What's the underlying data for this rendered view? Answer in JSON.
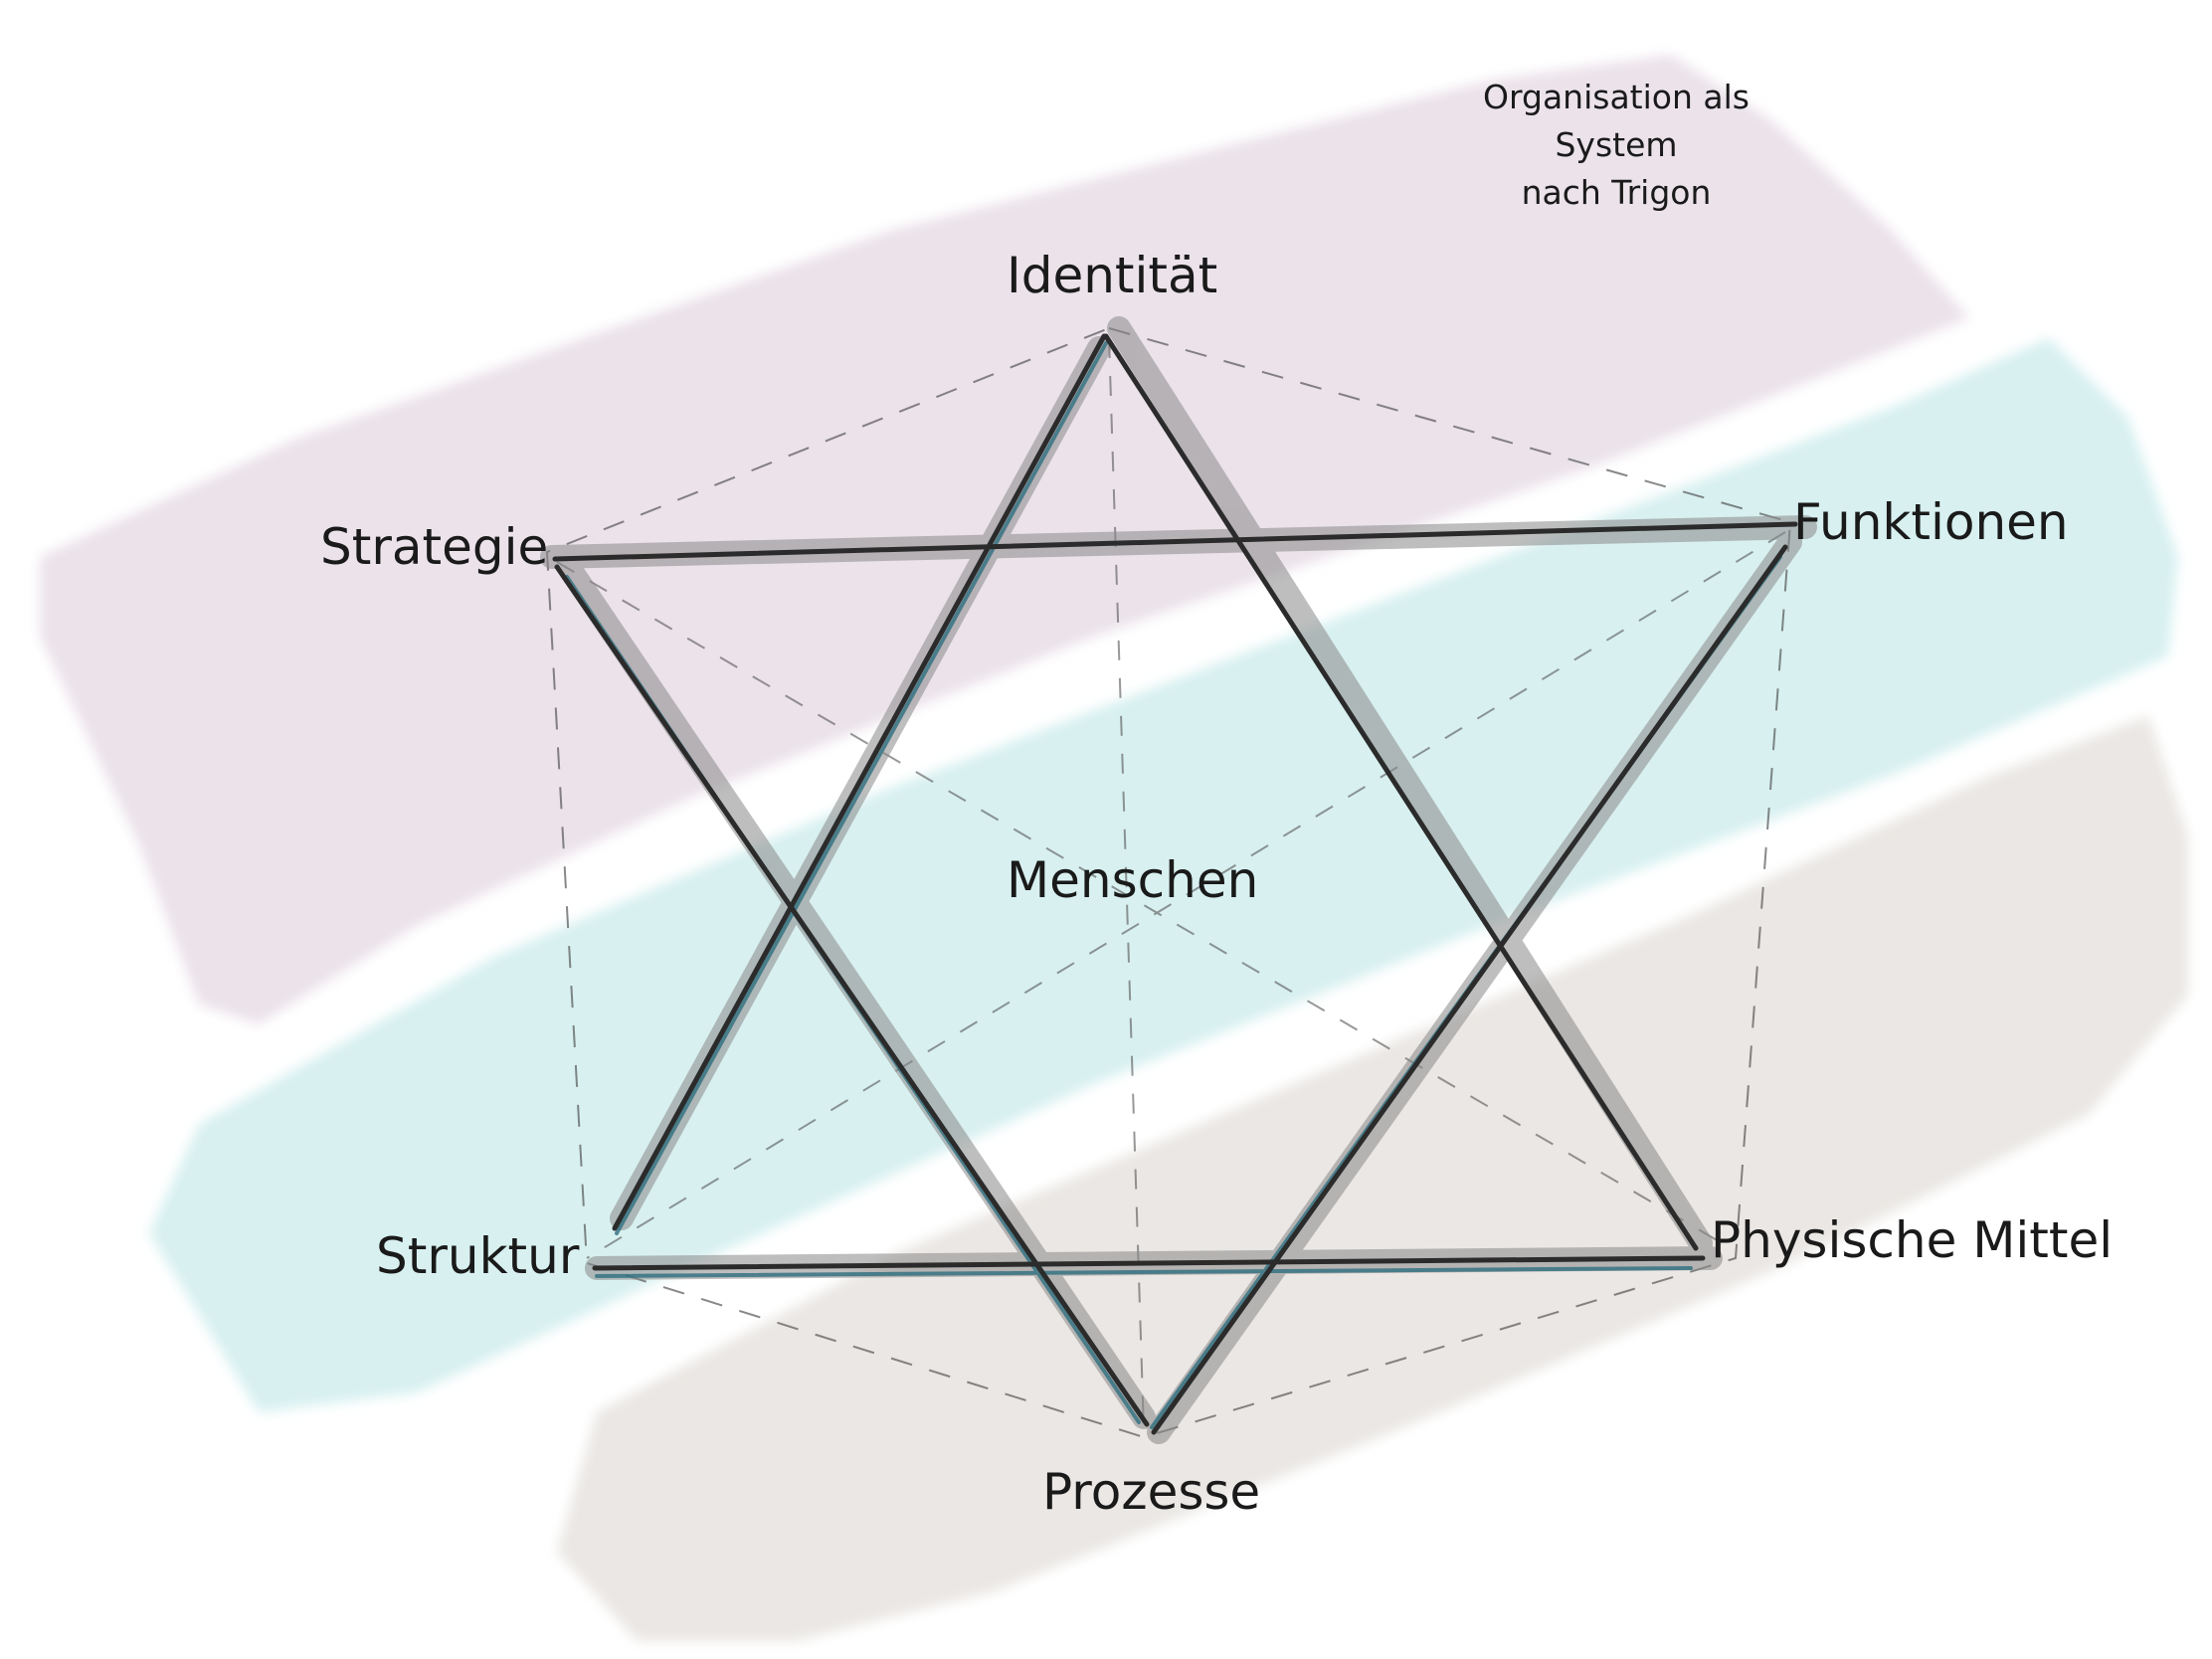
{
  "title": {
    "line1": "Organisation als System",
    "line2": "nach Trigon"
  },
  "nodes": {
    "identitaet": "Identität",
    "funktionen": "Funktionen",
    "strategie": "Strategie",
    "struktur": "Struktur",
    "physische_mittel": "Physische Mittel",
    "prozesse": "Prozesse"
  },
  "center": "Menschen",
  "colors": {
    "band_top": "#e8dde6",
    "band_middle": "#d4eeee",
    "band_bottom": "#e9e6e3",
    "line_dark": "#2b2b2b",
    "line_shadow": "#8a8a8a",
    "line_teal": "#2f6f80",
    "dashed": "#555555"
  }
}
